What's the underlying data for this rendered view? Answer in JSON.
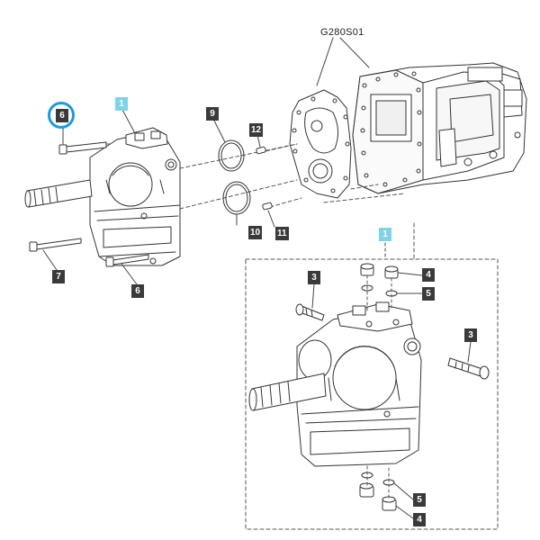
{
  "diagram": {
    "reference_code": "G280S01",
    "highlight_color": "#1e9ad6",
    "callouts": {
      "assembly_top": "1",
      "assembly_detail": "1",
      "bolt_highlighted": "6",
      "bolt_lower": "6",
      "bolt_left": "7",
      "o_ring_top": "9",
      "o_ring_bottom": "10",
      "pin_top": "12",
      "pin_bottom": "11",
      "plug_left_detail": "3",
      "plug_right_detail": "3",
      "cap_top_detail": "4",
      "washer_top_detail": "5",
      "washer_bottom_detail": "5",
      "cap_bottom_detail": "4"
    }
  }
}
